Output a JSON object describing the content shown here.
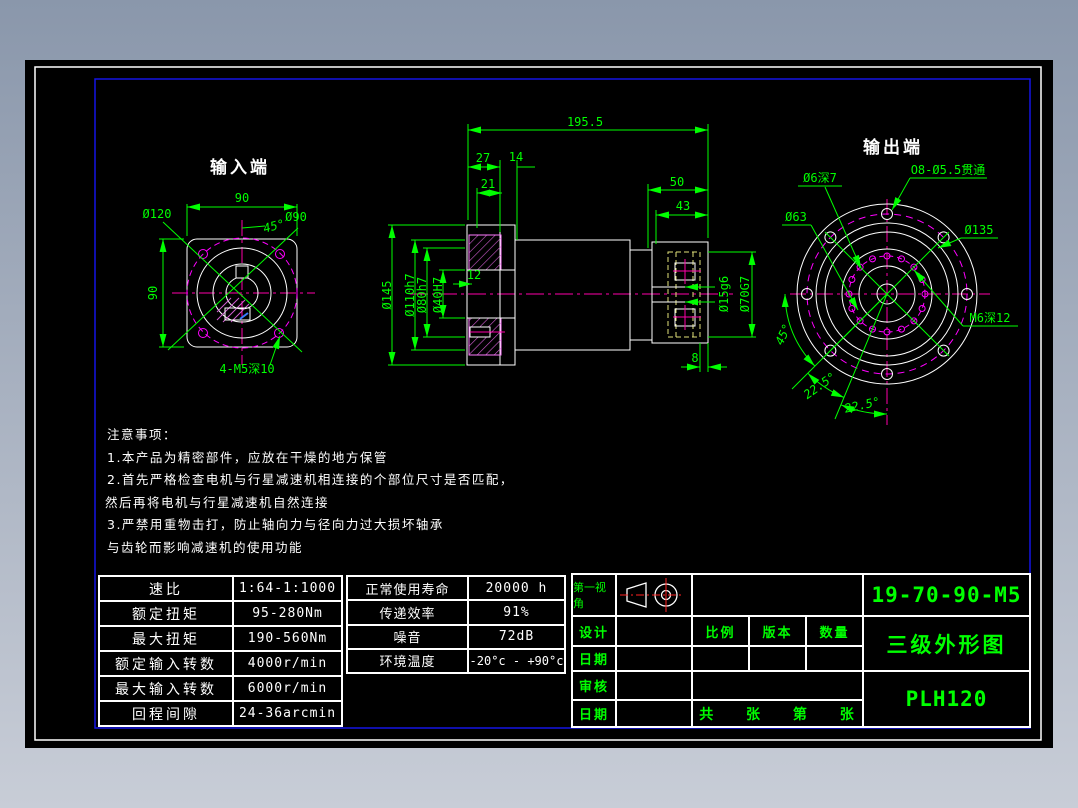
{
  "colors": {
    "green": "#00ff00",
    "white": "#ffffff",
    "magenta": "#ff00ff",
    "centerline": "#ff00aa",
    "yellow": "#e2e27a",
    "red": "#ff2222",
    "frame_blue": "#1414e6",
    "hatch": "#d45fd4",
    "bg_top": "#8a97ab",
    "bg_bottom": "#c8cdd7"
  },
  "views": {
    "input": {
      "title": "输入端",
      "dim_width": "90",
      "dim_height": "90",
      "dia_flange": "Ø120",
      "dia_bolt": "Ø90",
      "angle": "45°",
      "thread_note": "4-M5深10"
    },
    "section": {
      "len_total": "195.5",
      "len_27": "27",
      "len_14": "14",
      "len_21": "21",
      "len_50": "50",
      "len_43": "43",
      "len_12": "12",
      "len_8": "8",
      "dia_145": "Ø145",
      "dia_110": "Ø110h7",
      "dia_80": "Ø80h7",
      "dia_40": "Ø40H7",
      "dia_15": "Ø15g6",
      "dia_70": "Ø70G7"
    },
    "output": {
      "title": "输出端",
      "pin_note": "Ø6深7",
      "hole_note": "O8-Ø5.5贯通",
      "dia_63": "Ø63",
      "dia_135": "Ø135",
      "tap_note": "M6深12",
      "angle_45": "45°",
      "angle_225a": "22.5°",
      "angle_225b": "22.5°"
    }
  },
  "notes": [
    "注意事项：",
    "1.本产品为精密部件，应放在干燥的地方保管",
    "2.首先严格检查电机与行星减速机相连接的个部位尺寸是否匹配，",
    "然后再将电机与行星减速机自然连接",
    "3.严禁用重物击打，防止轴向力与径向力过大损坏轴承",
    "与齿轮而影响减速机的使用功能"
  ],
  "spec_table": {
    "rows": [
      {
        "label": "速比",
        "value": "1:64-1:1000"
      },
      {
        "label": "额定扭矩",
        "value": "95-280Nm"
      },
      {
        "label": "最大扭矩",
        "value": "190-560Nm"
      },
      {
        "label": "额定输入转数",
        "value": "4000r/min"
      },
      {
        "label": "最大输入转数",
        "value": "6000r/min"
      },
      {
        "label": "回程间隙",
        "value": "24-36arcmin"
      }
    ]
  },
  "perf_table": {
    "rows": [
      {
        "label": "正常使用寿命",
        "value": "20000 h"
      },
      {
        "label": "传递效率",
        "value": "91%"
      },
      {
        "label": "噪音",
        "value": "72dB"
      },
      {
        "label": "环境温度",
        "value": "-20°c - +90°c"
      }
    ]
  },
  "title_block": {
    "first_angle": "第一视角",
    "design": "设计",
    "date1": "日期",
    "review": "审核",
    "date2": "日期",
    "scale": "比例",
    "version": "版本",
    "quantity": "数量",
    "sheet_text": "共 张 第 张",
    "part_code": "19-70-90-M5",
    "drawing_name": "三级外形图",
    "model": "PLH120"
  }
}
